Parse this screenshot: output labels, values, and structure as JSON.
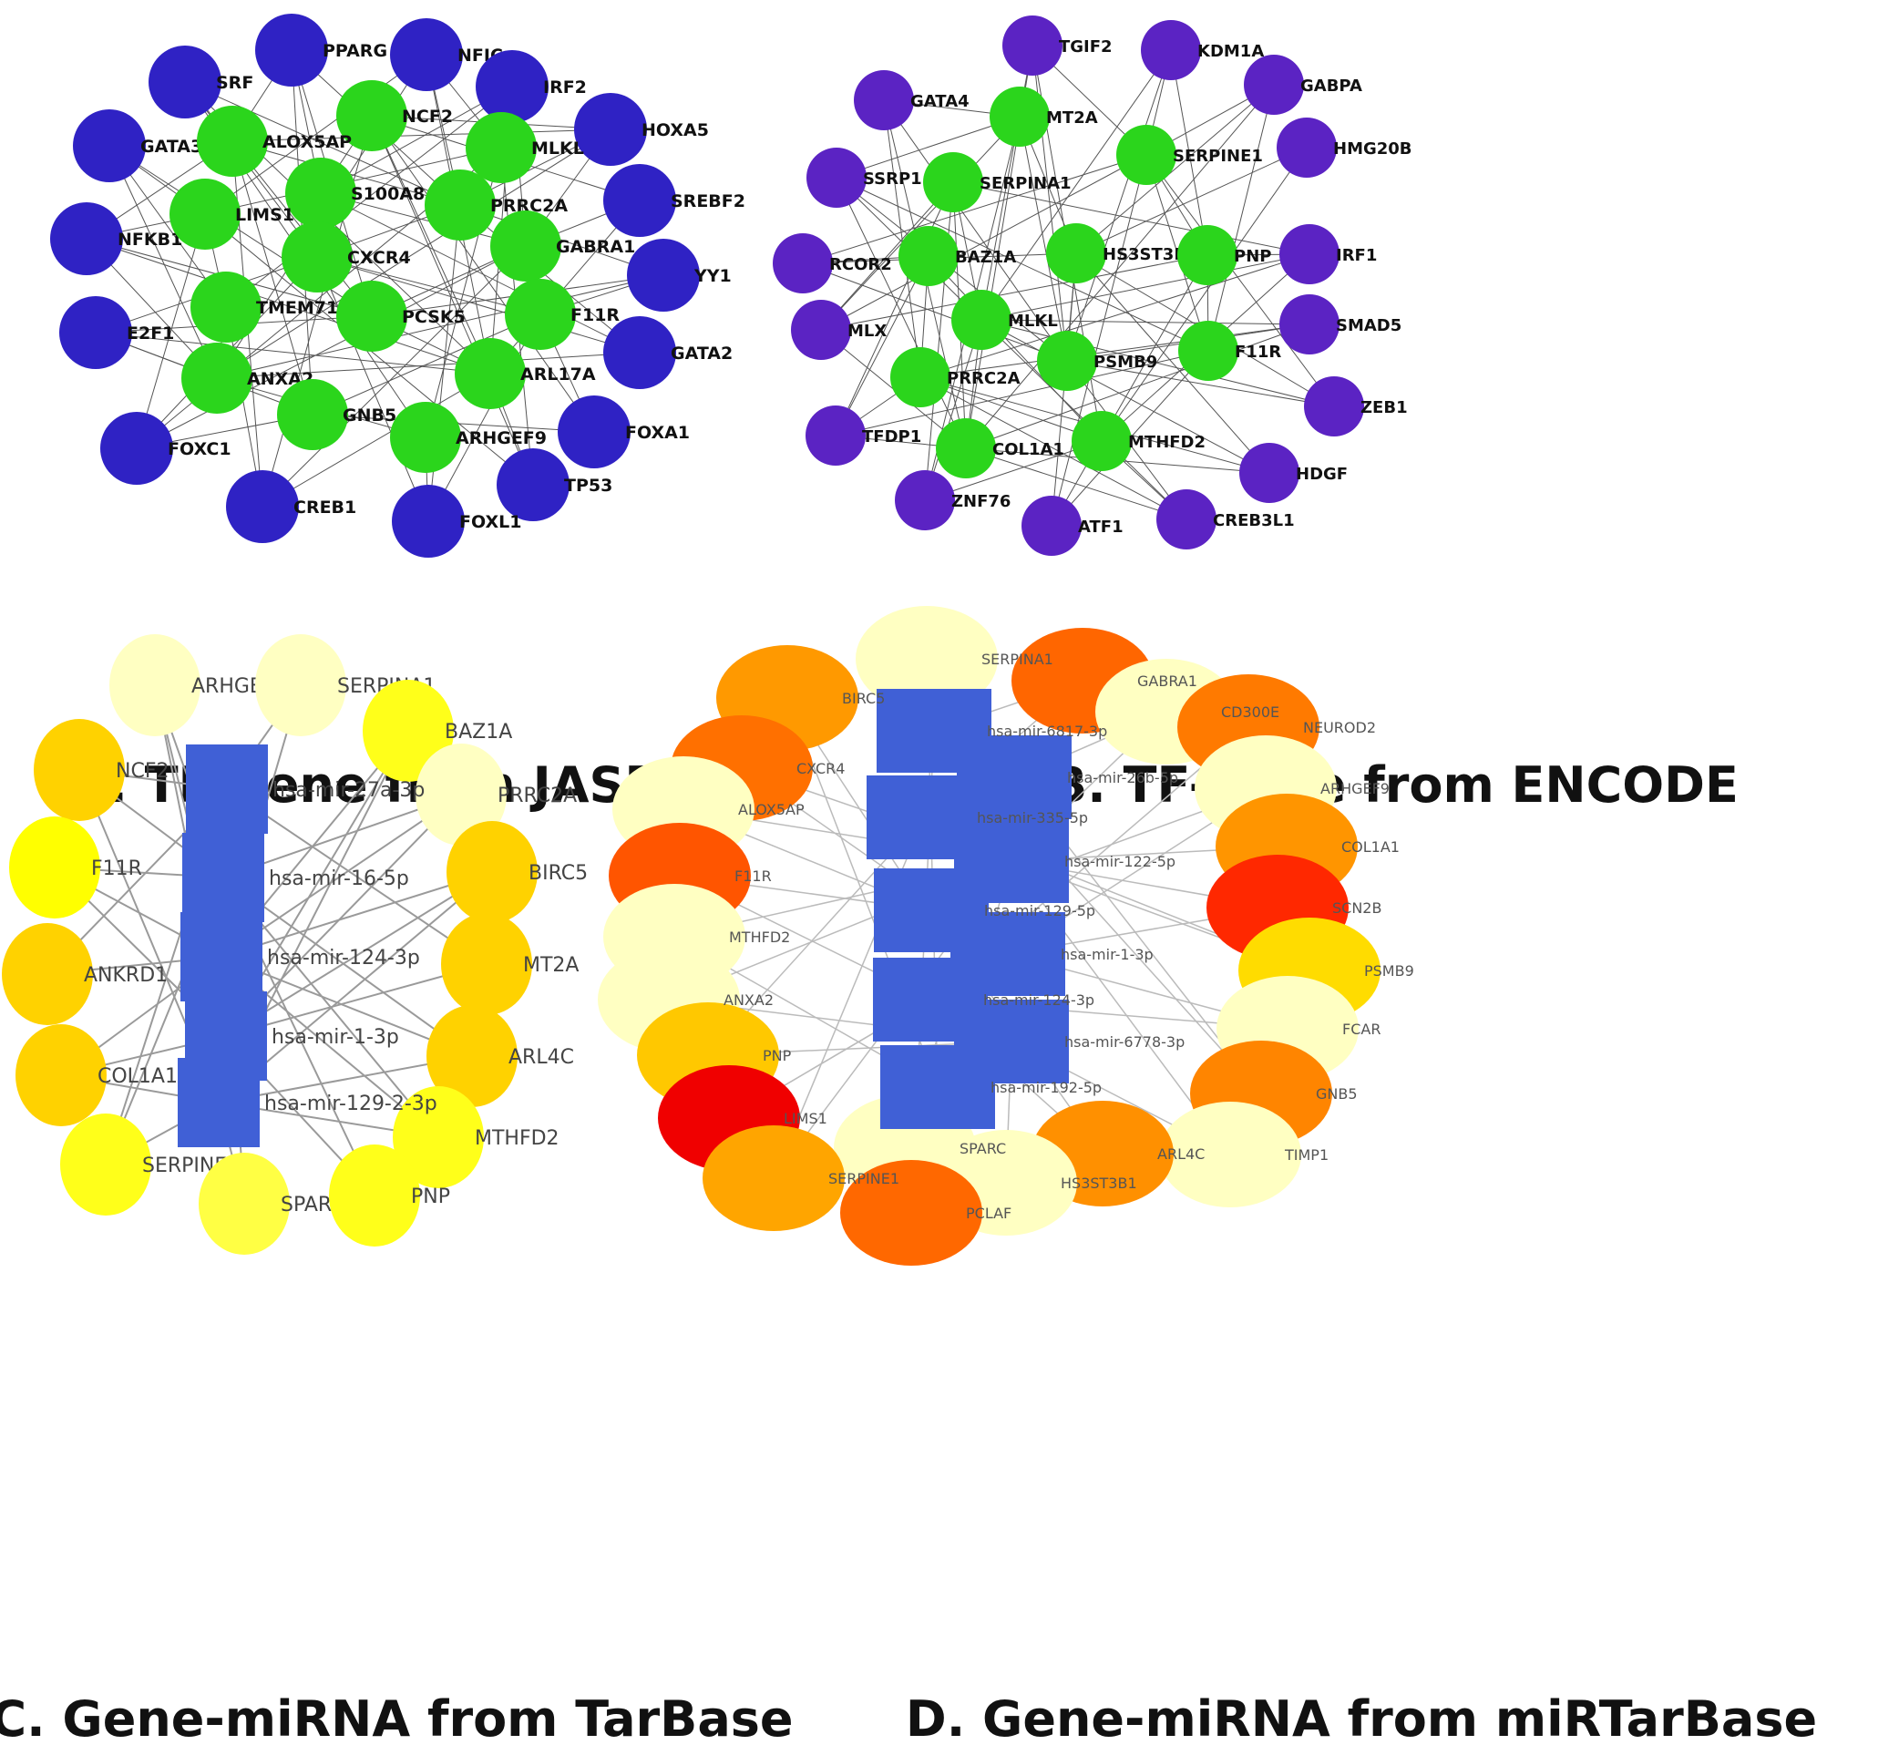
{
  "panels": {
    "A": {
      "caption": "A. TF-gene from JASPAR",
      "colors": {
        "tf": "#2f22c4",
        "gene": "#2bd51c"
      },
      "tf_nodes": [
        "PPARG",
        "NFIC",
        "SRF",
        "IRF2",
        "HOXA5",
        "GATA3",
        "SREBF2",
        "NFKB1",
        "YY1",
        "E2F1",
        "GATA2",
        "FOXC1",
        "FOXA1",
        "TP53",
        "CREB1",
        "FOXL1"
      ],
      "gene_nodes": [
        "NCF2",
        "ALOX5AP",
        "MLKL",
        "S100A8",
        "PRRC2A",
        "LIMS1",
        "GABRA1",
        "CXCR4",
        "TMEM71",
        "PCSK5",
        "F11R",
        "ANXA2",
        "ARL17A",
        "GNB5",
        "ARHGEF9"
      ]
    },
    "B": {
      "caption": "B. TF-gene from ENCODE",
      "colors": {
        "tf": "#5b23c3",
        "gene": "#2bd51c"
      },
      "tf_nodes": [
        "TGIF2",
        "KDM1A",
        "GATA4",
        "GABPA",
        "HMG20B",
        "SSRP1",
        "RCOR2",
        "IRF1",
        "MLX",
        "SMAD5",
        "ZEB1",
        "TFDP1",
        "HDGF",
        "ZNF76",
        "CREB3L1",
        "ATF1"
      ],
      "gene_nodes": [
        "MT2A",
        "SERPINE1",
        "SERPINA1",
        "BAZ1A",
        "HS3ST3B1",
        "PNP",
        "MLKL",
        "PRRC2A",
        "PSMB9",
        "F11R",
        "COL1A1",
        "MTHFD2"
      ]
    },
    "C": {
      "caption": "C. Gene-miRNA from TarBase",
      "colors": {
        "mirna": "#4060d6"
      },
      "gene_nodes": [
        "ARHGEF9",
        "SERPINA1",
        "BAZ1A",
        "NCF2",
        "PRRC2A",
        "F11R",
        "BIRC5",
        "ANKRD1",
        "MT2A",
        "ARL4C",
        "COL1A1",
        "MTHFD2",
        "SERPINE1",
        "SPARC",
        "PNP"
      ],
      "mirna_nodes": [
        "hsa-mir-27a-3p",
        "hsa-mir-16-5p",
        "hsa-mir-124-3p",
        "hsa-mir-1-3p",
        "hsa-mir-129-2-3p"
      ]
    },
    "D": {
      "caption": "D. Gene-miRNA from miRTarBase",
      "colors": {
        "mirna": "#4060d6"
      },
      "gene_nodes": [
        "SERPINA1",
        "BIRC5",
        "GABRA1",
        "CD300E",
        "NEUROD2",
        "CXCR4",
        "ARHGEF9",
        "ALOX5AP",
        "COL1A1",
        "F11R",
        "SCN2B",
        "MTHFD2",
        "PSMB9",
        "ANXA2",
        "FCAR",
        "PNP",
        "GNB5",
        "LIMS1",
        "TIMP1",
        "SPARC",
        "ARL4C",
        "SERPINE1",
        "HS3ST3B1",
        "PCLAF"
      ],
      "mirna_nodes": [
        "hsa-mir-6817-3p",
        "hsa-mir-26b-5p",
        "hsa-mir-335-5p",
        "hsa-mir-122-5p",
        "hsa-mir-129-5p",
        "hsa-mir-1-3p",
        "hsa-mir-124-3p",
        "hsa-mir-6778-3p",
        "hsa-mir-192-5p"
      ]
    }
  }
}
